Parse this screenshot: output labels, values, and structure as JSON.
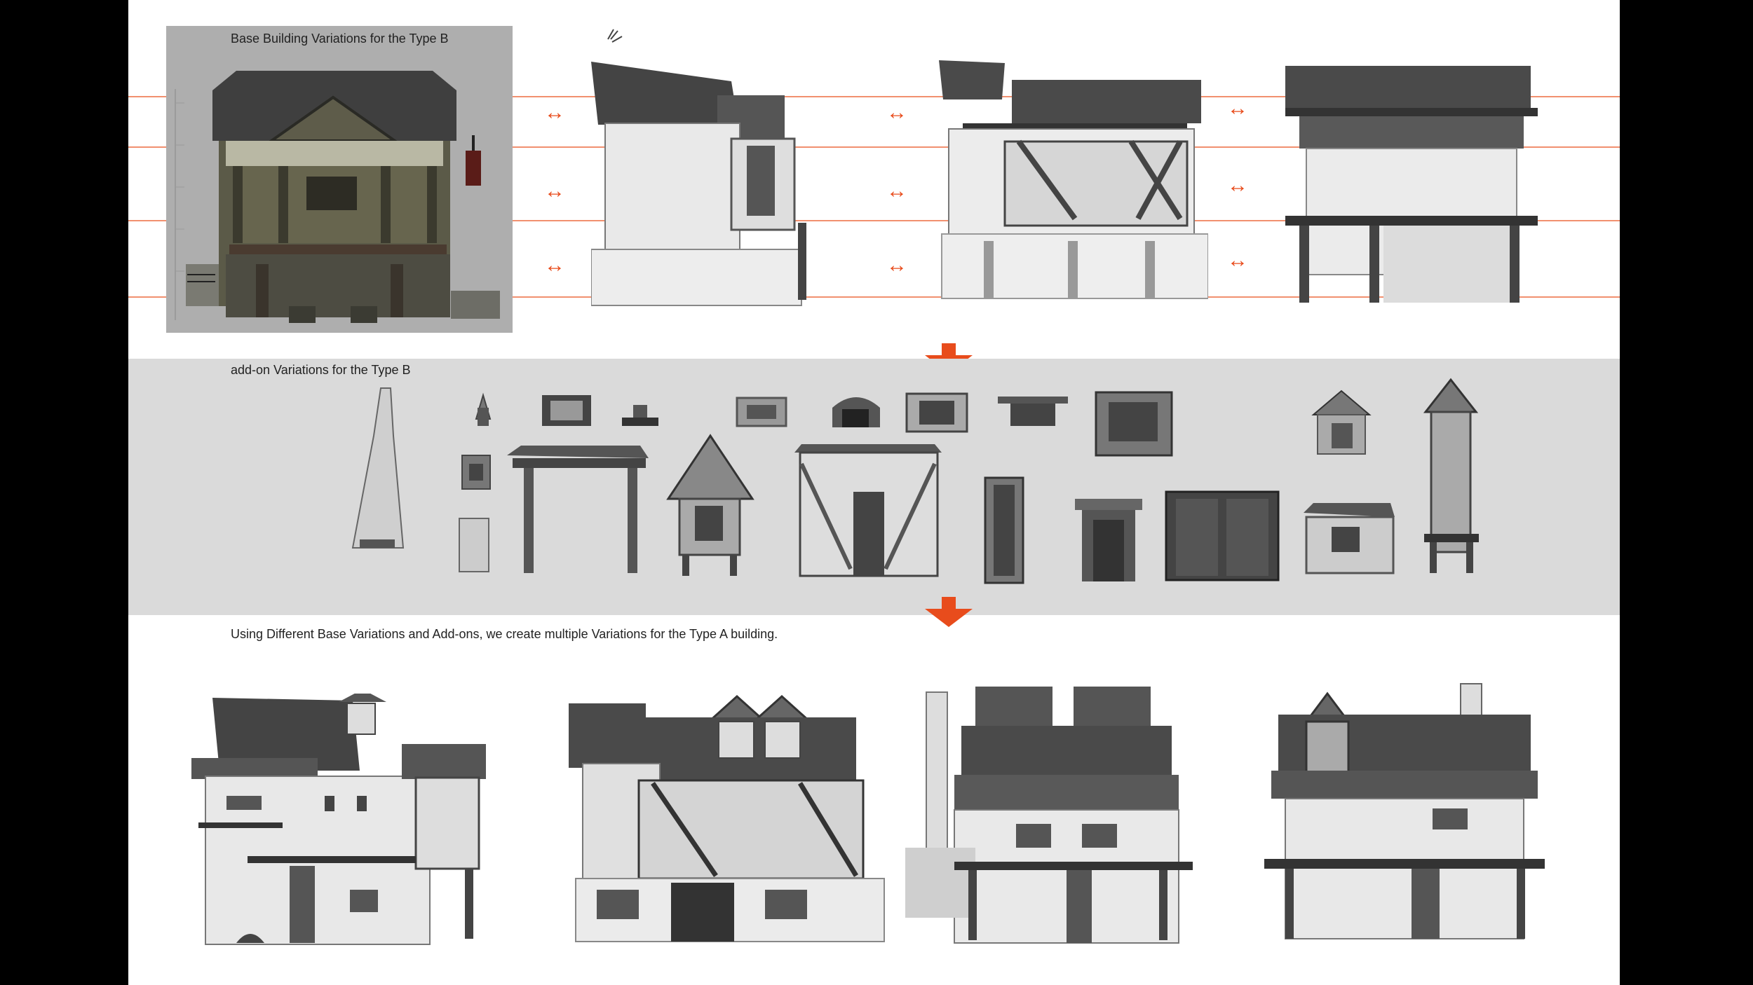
{
  "captions": {
    "base_title": "Base Building Variations for the Type B",
    "addon_title": "add-on Variations for the Type B",
    "result_title": "Using Different Base Variations and Add-ons, we create multiple Variations for the Type A building."
  },
  "colors": {
    "accent": "#e84c1c",
    "guide_line": "#ec6b3f",
    "band": "#dadada",
    "sheet": "#ffffff",
    "frame": "#000000"
  },
  "icons": {
    "horizontal_arrow": "↔",
    "down_arrow": "down-arrow-icon"
  }
}
